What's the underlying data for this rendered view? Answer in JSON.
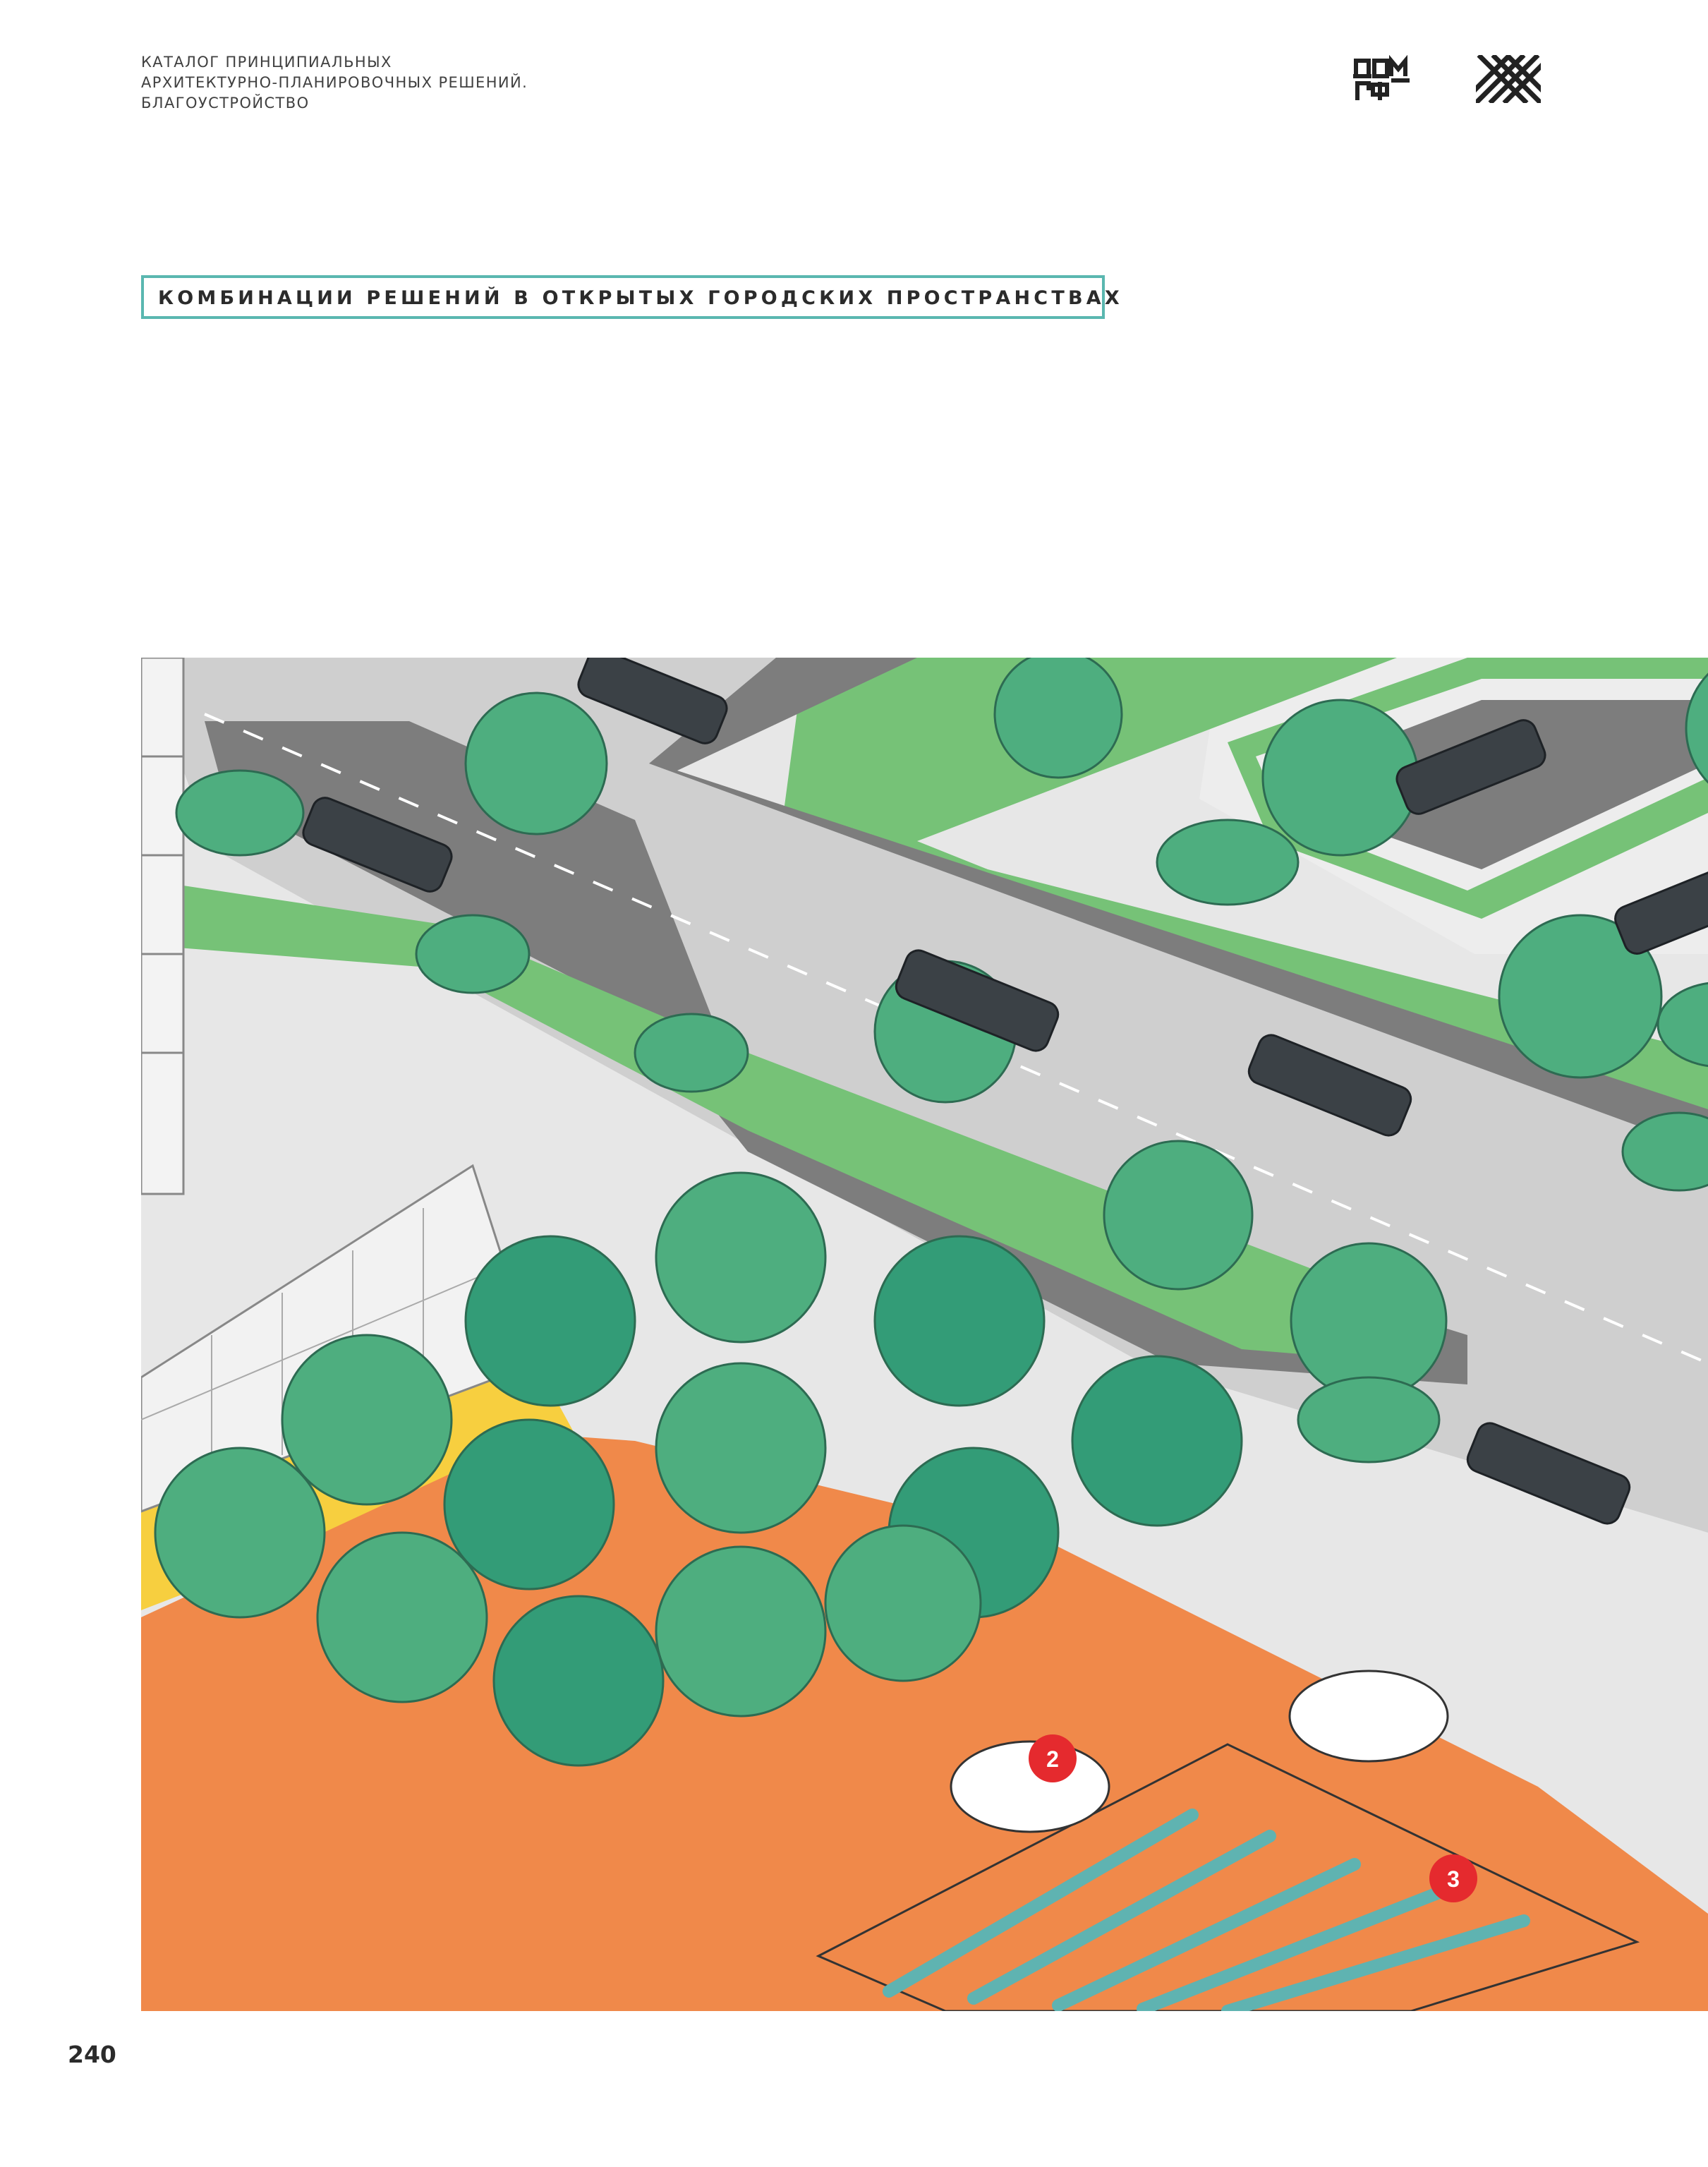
{
  "header": {
    "catalog_lines": [
      "КАТАЛОГ ПРИНЦИПИАЛЬНЫХ",
      "АРХИТЕКТУРНО-ПЛАНИРОВОЧНЫХ РЕШЕНИЙ.",
      "БЛАГОУСТРОЙСТВО"
    ],
    "logo_dom_rf_text": "ДОМ РФ"
  },
  "section": {
    "title": "КОМБИНАЦИИ РЕШЕНИЙ В ОТКРЫТЫХ ГОРОДСКИХ ПРОСТРАНСТВАХ"
  },
  "illustration": {
    "markers": [
      "2",
      "3"
    ],
    "colors": {
      "plaza": "#f0894a",
      "lawn": "#76c277",
      "road": "#cfcfcf",
      "road_shoulder": "#7d7d7d",
      "sidewalk": "#e7e7e7",
      "tree_light": "#4eae7f",
      "tree_dark": "#339c77",
      "yellow_strip": "#f7cf3f",
      "water_channel": "#5fb3b1",
      "marker": "#e52a2e",
      "car": "#3b4146"
    }
  },
  "footer": {
    "page_number": "240"
  }
}
